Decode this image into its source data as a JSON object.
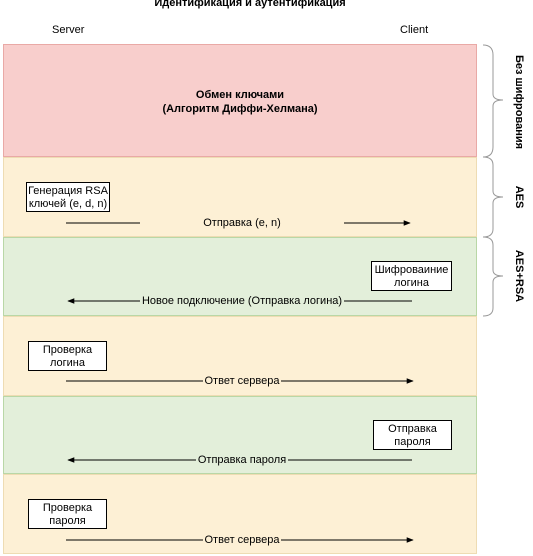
{
  "title": "Идентификация и аутентификация",
  "columns": {
    "server": "Server",
    "client": "Client"
  },
  "bands": [
    {
      "color": "red",
      "text_line1": "Обмен ключами",
      "text_line2": "(Алгоритм Диффи-Хелмана)"
    },
    {
      "color": "yellow"
    },
    {
      "color": "green"
    },
    {
      "color": "yellow"
    },
    {
      "color": "green"
    },
    {
      "color": "yellow"
    }
  ],
  "boxes": [
    {
      "line1": "Генерация RSA",
      "line2": "ключей (e, d, n)"
    },
    {
      "line1": "Шифроваиние",
      "line2": "логина"
    },
    {
      "line1": "Проверка",
      "line2": "логина"
    },
    {
      "line1": "Отправка",
      "line2": "пароля"
    },
    {
      "line1": "Проверка",
      "line2": "пароля"
    }
  ],
  "messages": [
    {
      "text": "Отправка (e, n)",
      "direction": "right"
    },
    {
      "text": "Новое подключение (Отправка логина)",
      "direction": "left"
    },
    {
      "text": "Ответ сервера",
      "direction": "right"
    },
    {
      "text": "Отправка пароля",
      "direction": "left"
    },
    {
      "text": "Ответ сервера",
      "direction": "right"
    }
  ],
  "encryption_labels": [
    "Без шифрования",
    "AES",
    "AES+RSA"
  ]
}
